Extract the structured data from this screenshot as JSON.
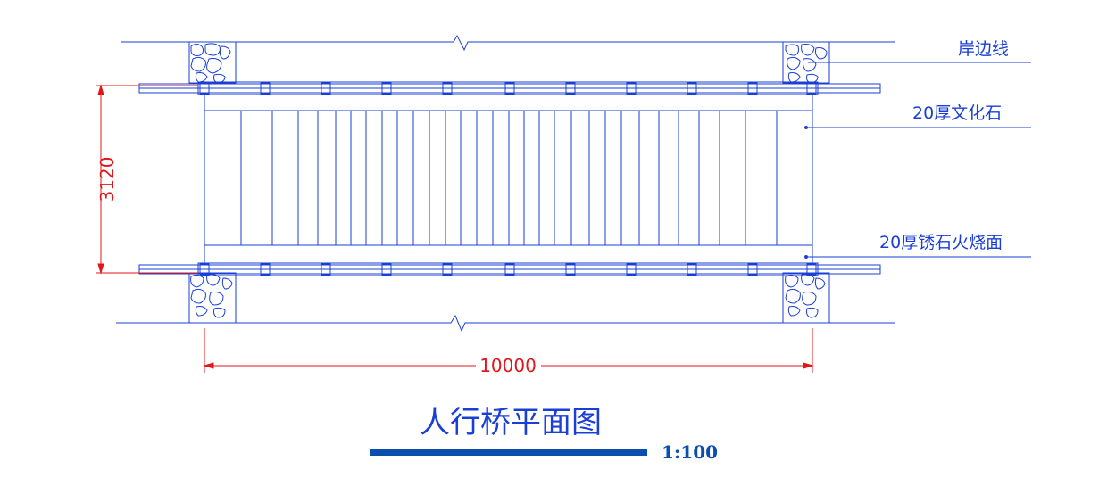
{
  "drawing": {
    "title": "人行桥平面图",
    "scale": "1:100",
    "dimensions": {
      "width": "3120",
      "length": "10000"
    },
    "labels": {
      "bank_line": "岸边线",
      "deck_stone": "20厚文化石",
      "edge_stone": "20厚锈石火烧面"
    },
    "colors": {
      "line": "#1a3fd6",
      "dimension": "#e0161b",
      "scale_bar": "#0a4fb0"
    }
  }
}
